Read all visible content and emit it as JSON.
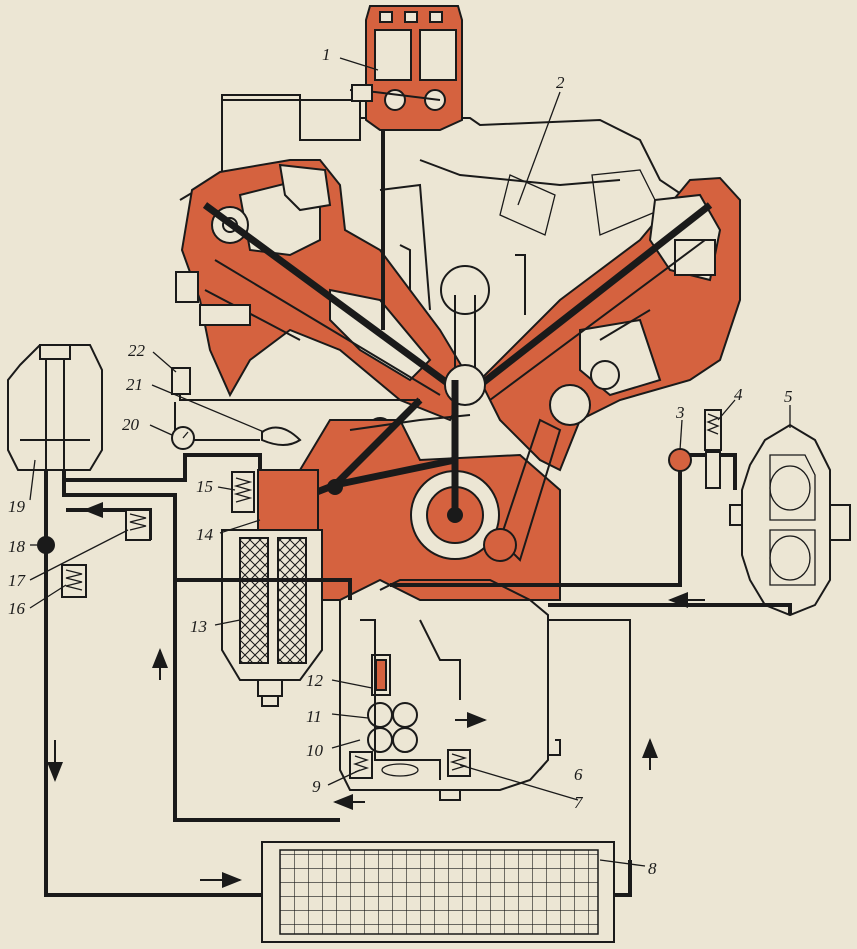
{
  "callouts": [
    "1",
    "2",
    "3",
    "4",
    "5",
    "6",
    "7",
    "8",
    "9",
    "10",
    "11",
    "12",
    "13",
    "14",
    "15",
    "16",
    "17",
    "18",
    "19",
    "20",
    "21",
    "22"
  ],
  "colors": {
    "oil": "#d5623f",
    "ink": "#1a1a1a",
    "paper": "#ece6d4"
  }
}
